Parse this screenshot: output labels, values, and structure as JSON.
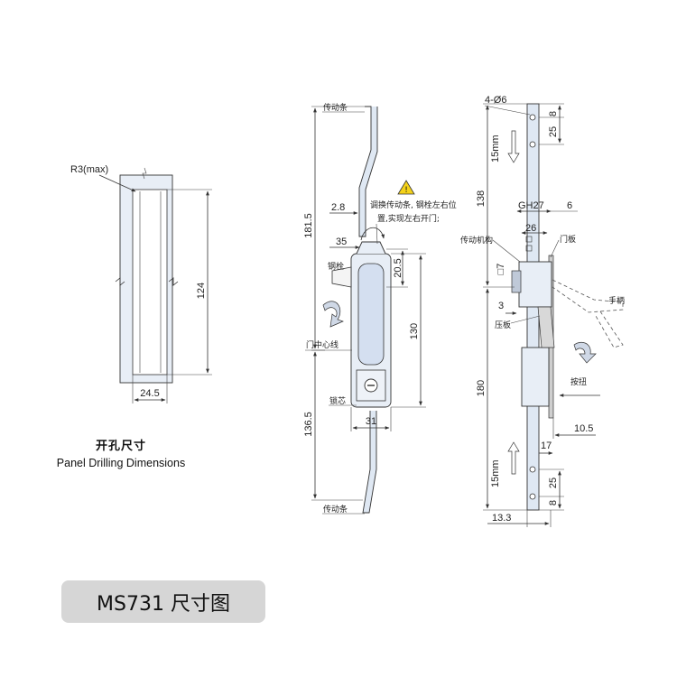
{
  "panel": {
    "radius_label": "R3(max)",
    "height_label": "124",
    "width_label": "24.5",
    "caption_zh": "开孔尺寸",
    "caption_en": "Panel Drilling Dimensions"
  },
  "front": {
    "rod_top": "传动条",
    "rod_bottom": "传动条",
    "bolt": "钢栓",
    "door_centerline": "门中心线",
    "lock_core": "锁芯",
    "note_line1": "调换传动条, 钢栓左右位",
    "note_line2": "置,实现左右开门;",
    "warning_icon": "warning-triangle",
    "dims": {
      "d181_5": "181.5",
      "d2_8": "2.8",
      "d35": "35",
      "d20_5": "20.5",
      "d130": "130",
      "d136_5": "136.5",
      "d31": "31"
    }
  },
  "side": {
    "holes": "4-Ø6",
    "d8_top": "8",
    "d25_top": "25",
    "d15mm_top": "15mm",
    "d138": "138",
    "gh27": "GH27",
    "d6": "6",
    "d26": "26",
    "d7": "□7",
    "d3": "3",
    "d180": "180",
    "d10_5": "10.5",
    "d17": "17",
    "d15mm_bottom": "15mm",
    "d8_bottom": "8",
    "d25_bottom": "25",
    "d13_3": "13.3",
    "label_mechanism": "传动机构",
    "label_door": "门板",
    "label_handle": "手柄",
    "label_press_plate": "压板",
    "label_button": "按扭"
  },
  "title": "MS731 尺寸图"
}
